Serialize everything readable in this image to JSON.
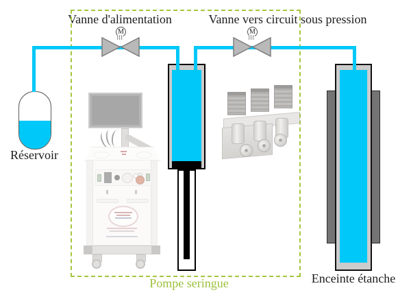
{
  "diagram": {
    "labels": {
      "supply_valve": "Vanne d'alimentation",
      "pressure_valve": "Vanne vers circuit sous pression",
      "reservoir": "Réservoir",
      "syringe_pump": "Pompe seringue",
      "enclosure": "Enceinte étanche"
    },
    "valves": {
      "motor_letter": "M"
    },
    "colors": {
      "fluid_cyan": "#00c8f8",
      "boundary_green": "#a4c63e",
      "label_green": "#9cc13c",
      "valve_gray": "#b9b9b9",
      "valve_stroke": "#7d7d7d",
      "vessel_rim_gray": "#cccccc",
      "enclosure_wall_gray": "#747474",
      "piston_black": "#000000"
    },
    "icons": {
      "motor_valve": "motorized-valve-icon",
      "reservoir_vessel": "capsule-tank-icon",
      "syringe": "syringe-cylinder-icon",
      "enclosure_vessel": "sealed-vessel-icon"
    }
  }
}
